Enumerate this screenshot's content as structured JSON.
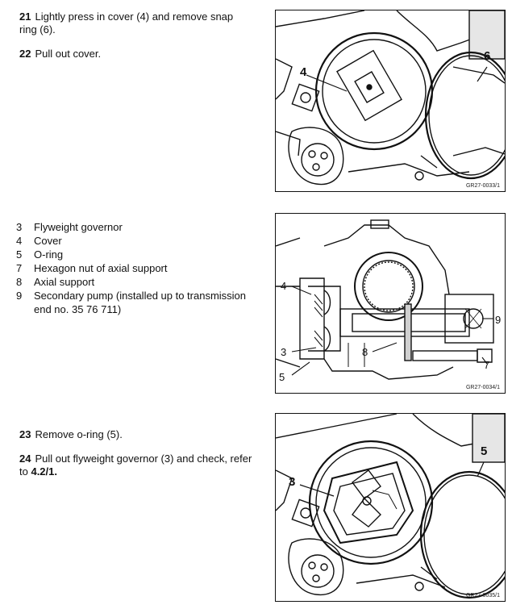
{
  "steps_top": [
    {
      "num": "21",
      "text": "Lightly press in cover (4) and remove snap ring (6)."
    },
    {
      "num": "22",
      "text": "Pull out cover."
    }
  ],
  "legend": [
    {
      "key": "3",
      "text": "Flyweight governor"
    },
    {
      "key": "4",
      "text": "Cover"
    },
    {
      "key": "5",
      "text": "O-ring"
    },
    {
      "key": "7",
      "text": "Hexagon nut of axial support"
    },
    {
      "key": "8",
      "text": "Axial support"
    },
    {
      "key": "9",
      "text": "Secondary pump (installed up to transmission end no. 35 76 711)"
    }
  ],
  "steps_bottom": [
    {
      "num": "23",
      "text": "Remove o-ring (5)."
    },
    {
      "num": "24",
      "text": "Pull out flyweight governor (3) and check, refer to ",
      "ref": "4.2/1."
    }
  ],
  "figures": [
    {
      "code": "GR27-0033/1",
      "callouts": [
        "4",
        "6"
      ]
    },
    {
      "code": "GR27-0034/1",
      "callouts": [
        "4",
        "3",
        "5",
        "8",
        "9",
        "7"
      ]
    },
    {
      "code": "GR27-0035/1",
      "callouts": [
        "3",
        "5"
      ]
    }
  ]
}
